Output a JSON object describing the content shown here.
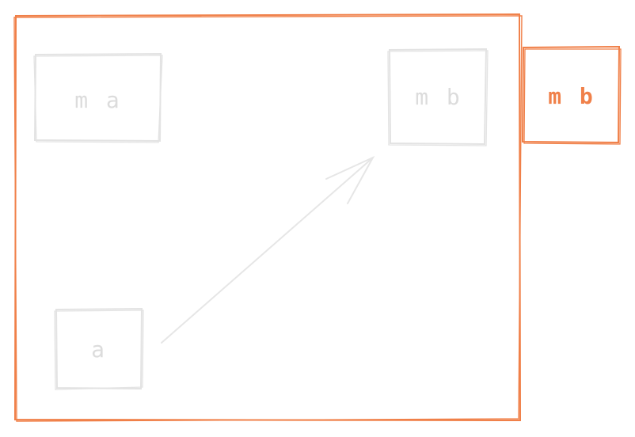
{
  "colors": {
    "accent": "#f08049",
    "muted": "#e3e3e3",
    "muted_text": "#dcdcdc",
    "background": "#ffffff"
  },
  "nodes": {
    "ma": {
      "label": "m a"
    },
    "mb_inner": {
      "label": "m b"
    },
    "mb_outer": {
      "label": "m b"
    },
    "a": {
      "label": "a"
    }
  }
}
